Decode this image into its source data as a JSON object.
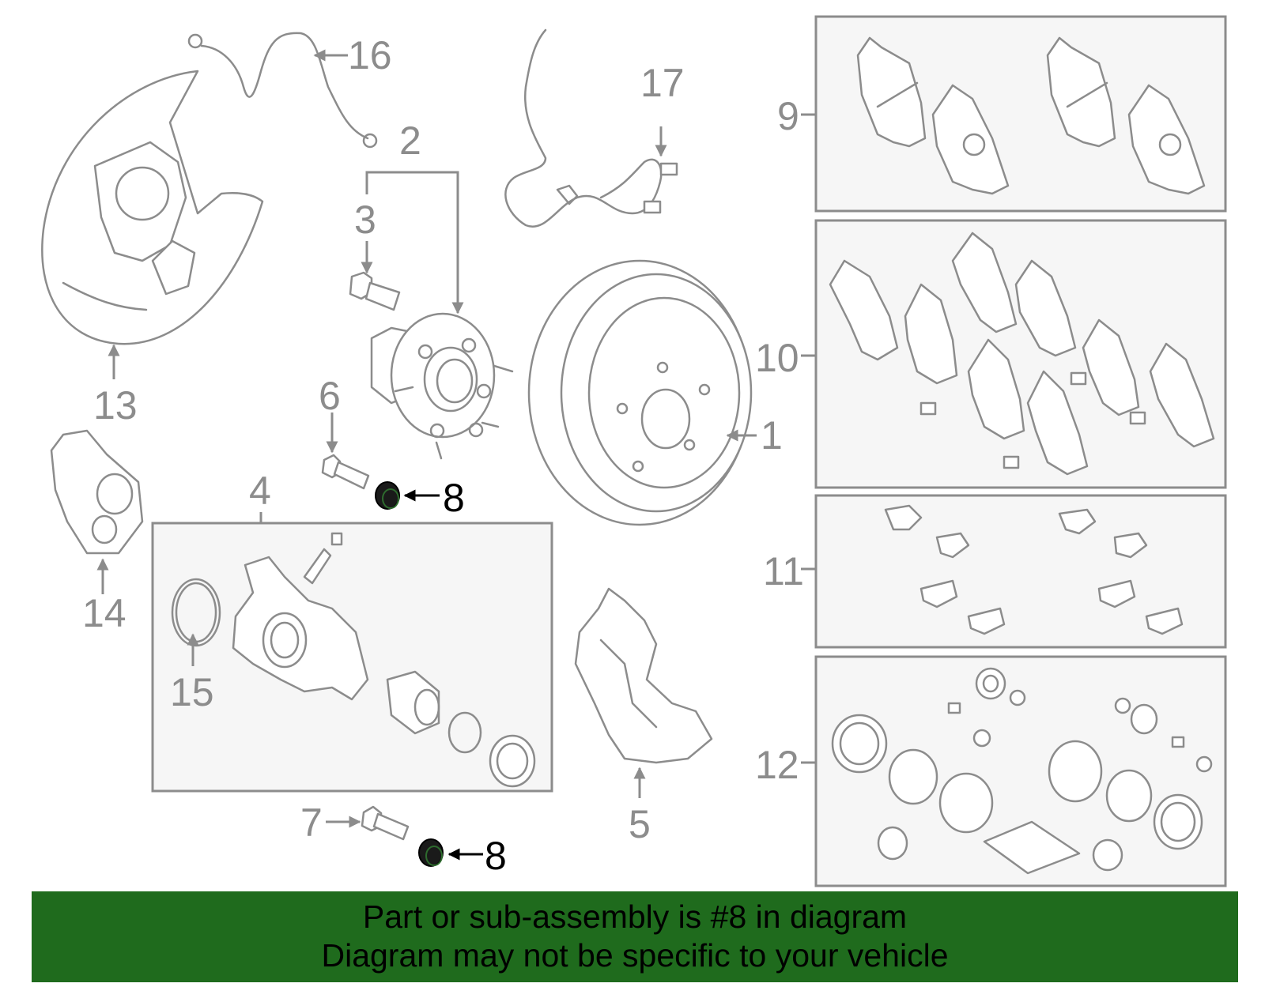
{
  "callouts": {
    "c1": "1",
    "c2": "2",
    "c3": "3",
    "c4": "4",
    "c5": "5",
    "c6": "6",
    "c7": "7",
    "c8a": "8",
    "c8b": "8",
    "c9": "9",
    "c10": "10",
    "c11": "11",
    "c12": "12",
    "c13": "13",
    "c14": "14",
    "c15": "15",
    "c16": "16",
    "c17": "17"
  },
  "highlighted_part": "8",
  "banner": {
    "line1": "Part or sub-assembly is #8 in diagram",
    "line2": "Diagram may not be specific to your vehicle"
  },
  "colors": {
    "banner_bg": "#1f6b1d",
    "line_art": "#8c8c8c",
    "highlight": "#000000"
  }
}
